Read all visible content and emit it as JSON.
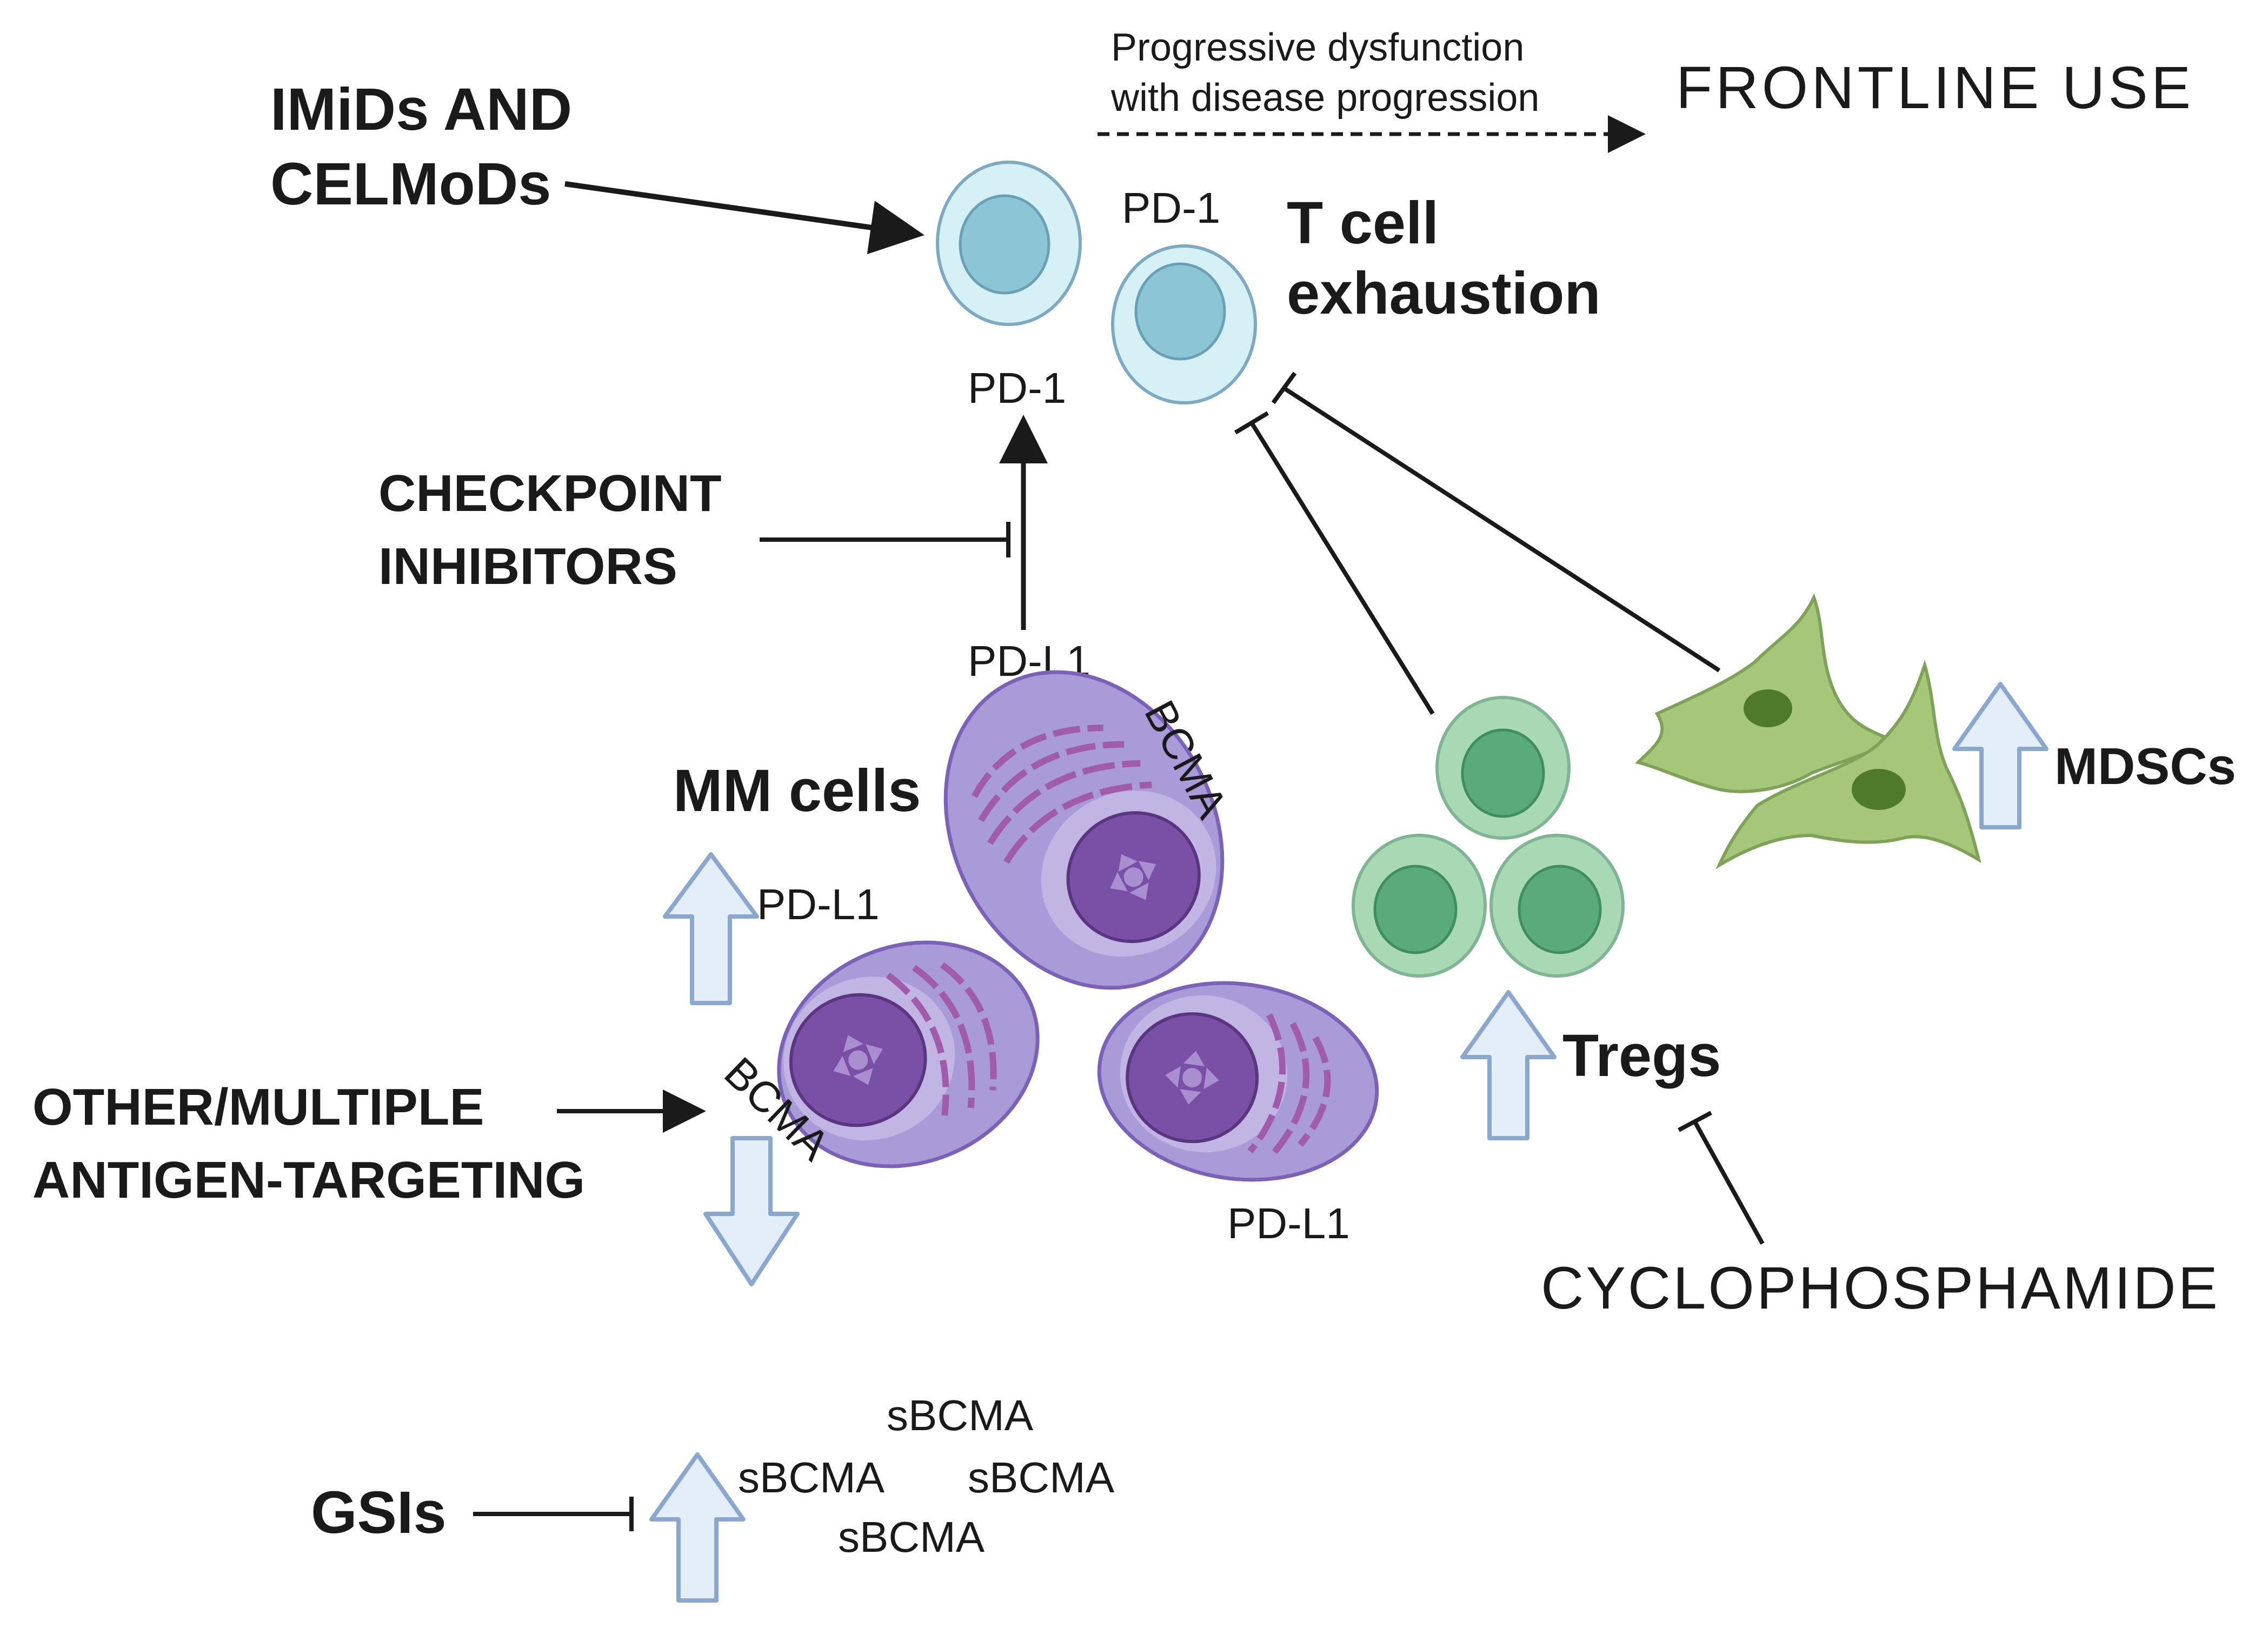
{
  "labels": {
    "imids_line1": "IMiDs AND",
    "imids_line2": "CELMoDs",
    "progressive_line1": "Progressive dysfunction",
    "progressive_line2": "with disease progression",
    "frontline_use": "FRONTLINE USE",
    "pd1_top": "PD-1",
    "pd1_left": "PD-1",
    "t_cell_line1": "T cell",
    "t_cell_line2": "exhaustion",
    "checkpoint_line1": "CHECKPOINT",
    "checkpoint_line2": "INHIBITORS",
    "pdl1_top": "PD-L1",
    "bcma_top": "BCMA",
    "mm_cells": "MM cells",
    "pdl1_left": "PD-L1",
    "bcma_left": "BCMA",
    "pdl1_bottom": "PD-L1",
    "tregs": "Tregs",
    "mdscs": "MDSCs",
    "cyclophosphamide": "CYCLOPHOSPHAMIDE",
    "other_line1": "OTHER/MULTIPLE",
    "other_line2": "ANTIGEN-TARGETING",
    "gsis": "GSIs",
    "sbcma_1": "sBCMA",
    "sbcma_2": "sBCMA",
    "sbcma_3": "sBCMA",
    "sbcma_4": "sBCMA"
  },
  "colors": {
    "t_cell_fill": "#d6f1f6",
    "t_cell_nucleus": "#8cc5d6",
    "mm_cell_fill": "#a99ad8",
    "mm_cell_stroke": "#7b61b8",
    "mm_nucleus": "#7a4fa6",
    "treg_fill": "#a8d8b4",
    "treg_nucleus": "#5aaa7c",
    "mdsc_fill": "#a6c77a",
    "mdsc_nucleus": "#4e7a2a",
    "hollow_arrow_fill": "#e4eef8",
    "hollow_arrow_stroke": "#8aa8cf",
    "line": "#1a1a1a"
  },
  "icons": [
    "t-cell-icon",
    "mm-cell-icon",
    "treg-cell-icon",
    "mdsc-cell-icon",
    "up-arrow-icon",
    "down-arrow-icon"
  ]
}
